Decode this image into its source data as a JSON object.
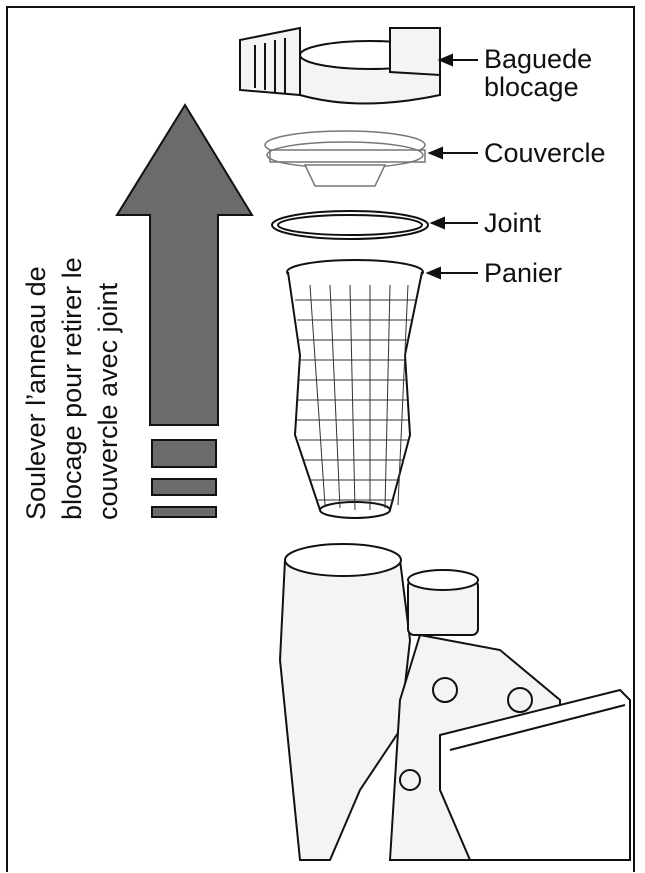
{
  "labels": {
    "ring": "Baguede\nblocage",
    "ring_line1": "Baguede",
    "ring_line2": "blocage",
    "lid": "Couvercle",
    "gasket": "Joint",
    "basket": "Panier"
  },
  "instruction": {
    "line1": "Soulever l’anneau de",
    "line2": "blocage pour retirer le",
    "line3": "couvercle avec joint"
  },
  "colors": {
    "arrow": "#6b6b6b",
    "outline": "#111111",
    "part_fill": "#f4f4f4"
  }
}
